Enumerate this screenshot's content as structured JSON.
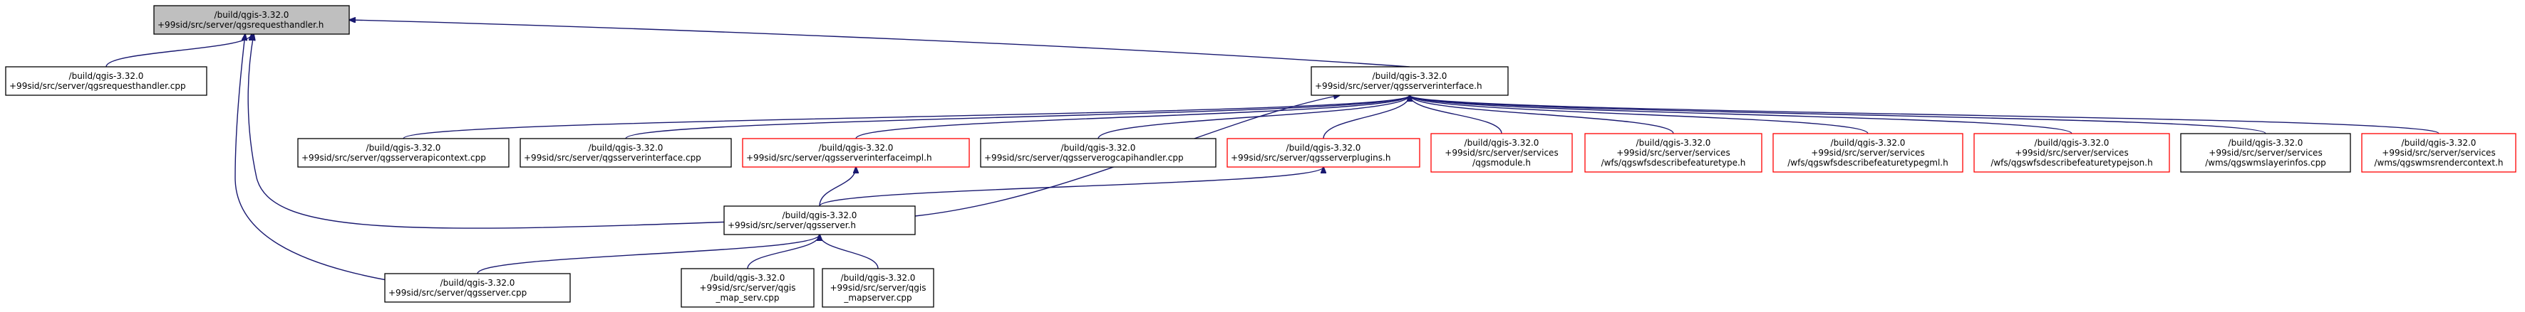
{
  "graph": {
    "colors": {
      "edge": "#191970",
      "root_fill": "#bfbfbf",
      "documented_border": "#000000",
      "undocumented_border": "#ff0000"
    },
    "nodes": [
      {
        "id": "n0",
        "name": "node-qgsrequesthandler-h",
        "style": "root",
        "lines": [
          "/build/qgis-3.32.0",
          "+99sid/src/server/qgsrequesthandler.h"
        ]
      },
      {
        "id": "n1",
        "name": "node-qgsrequesthandler-cpp",
        "style": "doc",
        "lines": [
          "/build/qgis-3.32.0",
          "+99sid/src/server/qgsrequesthandler.cpp"
        ]
      },
      {
        "id": "n2",
        "name": "node-qgsserverinterface-h",
        "style": "doc",
        "lines": [
          "/build/qgis-3.32.0",
          "+99sid/src/server/qgsserverinterface.h"
        ]
      },
      {
        "id": "n3",
        "name": "node-qgsserverapicontext-cpp",
        "style": "doc",
        "lines": [
          "/build/qgis-3.32.0",
          "+99sid/src/server/qgsserverapicontext.cpp"
        ]
      },
      {
        "id": "n4",
        "name": "node-qgsserverinterface-cpp",
        "style": "doc",
        "lines": [
          "/build/qgis-3.32.0",
          "+99sid/src/server/qgsserverinterface.cpp"
        ]
      },
      {
        "id": "n5",
        "name": "node-qgsserverinterfaceimpl-h",
        "style": "nodoc",
        "lines": [
          "/build/qgis-3.32.0",
          "+99sid/src/server/qgsserverinterfaceimpl.h"
        ]
      },
      {
        "id": "n6",
        "name": "node-qgsserverogcapihandler-cpp",
        "style": "doc",
        "lines": [
          "/build/qgis-3.32.0",
          "+99sid/src/server/qgsserverogcapihandler.cpp"
        ]
      },
      {
        "id": "n7",
        "name": "node-qgsserverplugins-h",
        "style": "nodoc",
        "lines": [
          "/build/qgis-3.32.0",
          "+99sid/src/server/qgsserverplugins.h"
        ]
      },
      {
        "id": "n8",
        "name": "node-qgsmodule-h",
        "style": "nodoc",
        "lines": [
          "/build/qgis-3.32.0",
          "+99sid/src/server/services",
          "/qgsmodule.h"
        ]
      },
      {
        "id": "n9",
        "name": "node-qgswfsdescribefeaturetype-h",
        "style": "nodoc",
        "lines": [
          "/build/qgis-3.32.0",
          "+99sid/src/server/services",
          "/wfs/qgswfsdescribefeaturetype.h"
        ]
      },
      {
        "id": "n10",
        "name": "node-qgswfsdescribefeaturetypegml-h",
        "style": "nodoc",
        "lines": [
          "/build/qgis-3.32.0",
          "+99sid/src/server/services",
          "/wfs/qgswfsdescribefeaturetypegml.h"
        ]
      },
      {
        "id": "n11",
        "name": "node-qgswfsdescribefeaturetypejson-h",
        "style": "nodoc",
        "lines": [
          "/build/qgis-3.32.0",
          "+99sid/src/server/services",
          "/wfs/qgswfsdescribefeaturetypejson.h"
        ]
      },
      {
        "id": "n12",
        "name": "node-qgswmslayerinfos-cpp",
        "style": "doc",
        "lines": [
          "/build/qgis-3.32.0",
          "+99sid/src/server/services",
          "/wms/qgswmslayerinfos.cpp"
        ]
      },
      {
        "id": "n13",
        "name": "node-qgswmsrendercontext-h",
        "style": "nodoc",
        "lines": [
          "/build/qgis-3.32.0",
          "+99sid/src/server/services",
          "/wms/qgswmsrendercontext.h"
        ]
      },
      {
        "id": "n14",
        "name": "node-qgsserver-h",
        "style": "doc",
        "lines": [
          "/build/qgis-3.32.0",
          "+99sid/src/server/qgsserver.h"
        ]
      },
      {
        "id": "n15",
        "name": "node-qgsserver-cpp",
        "style": "doc",
        "lines": [
          "/build/qgis-3.32.0",
          "+99sid/src/server/qgsserver.cpp"
        ]
      },
      {
        "id": "n16",
        "name": "node-qgis-map-serv-cpp",
        "style": "doc",
        "lines": [
          "/build/qgis-3.32.0",
          "+99sid/src/server/qgis",
          "_map_serv.cpp"
        ]
      },
      {
        "id": "n17",
        "name": "node-qgis-mapserver-cpp",
        "style": "doc",
        "lines": [
          "/build/qgis-3.32.0",
          "+99sid/src/server/qgis",
          "_mapserver.cpp"
        ]
      }
    ],
    "edges": [
      {
        "from": "n0",
        "to": "n1"
      },
      {
        "from": "n0",
        "to": "n2"
      },
      {
        "from": "n0",
        "to": "n14"
      },
      {
        "from": "n0",
        "to": "n15"
      },
      {
        "from": "n2",
        "to": "n3"
      },
      {
        "from": "n2",
        "to": "n4"
      },
      {
        "from": "n2",
        "to": "n5"
      },
      {
        "from": "n2",
        "to": "n6"
      },
      {
        "from": "n2",
        "to": "n7"
      },
      {
        "from": "n2",
        "to": "n8"
      },
      {
        "from": "n2",
        "to": "n9"
      },
      {
        "from": "n2",
        "to": "n10"
      },
      {
        "from": "n2",
        "to": "n11"
      },
      {
        "from": "n2",
        "to": "n12"
      },
      {
        "from": "n2",
        "to": "n13"
      },
      {
        "from": "n2",
        "to": "n14"
      },
      {
        "from": "n5",
        "to": "n14"
      },
      {
        "from": "n7",
        "to": "n14"
      },
      {
        "from": "n14",
        "to": "n15"
      },
      {
        "from": "n14",
        "to": "n16"
      },
      {
        "from": "n14",
        "to": "n17"
      }
    ]
  }
}
